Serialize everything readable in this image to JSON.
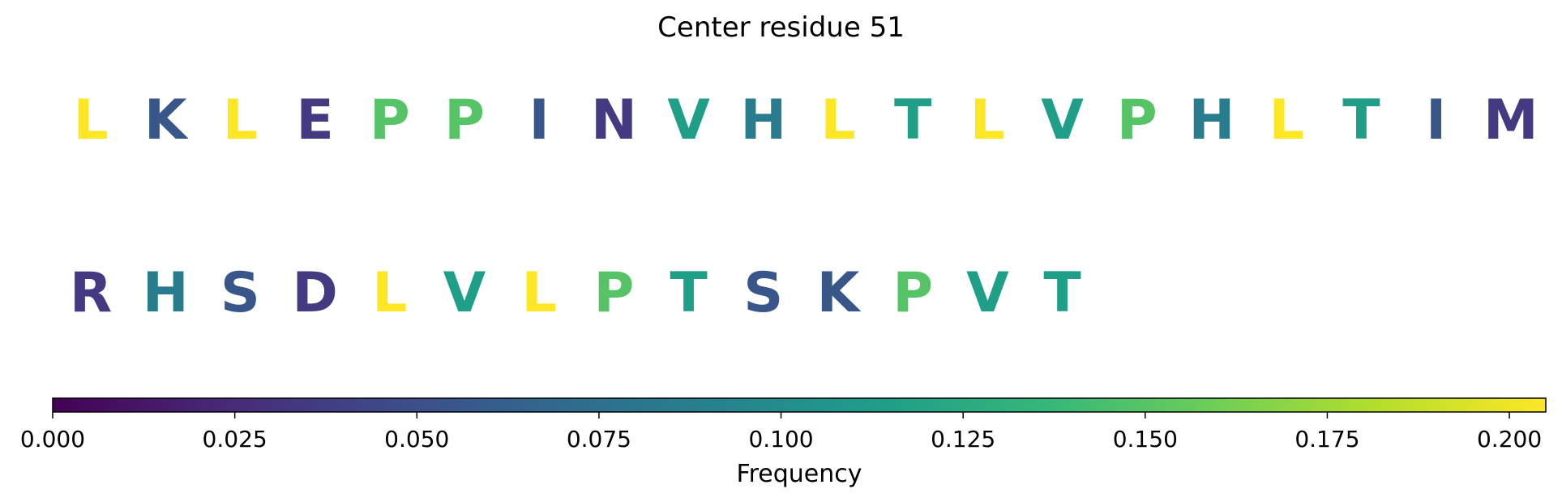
{
  "chart_data": {
    "type": "sequence-logo",
    "title": "Center residue 51",
    "rows": [
      {
        "residues": [
          "L",
          "K",
          "L",
          "E",
          "P",
          "P",
          "I",
          "N",
          "V",
          "H",
          "L",
          "T",
          "L",
          "V",
          "P",
          "H",
          "L",
          "T",
          "I",
          "M"
        ],
        "values": [
          0.205,
          0.055,
          0.205,
          0.035,
          0.15,
          0.15,
          0.055,
          0.035,
          0.115,
          0.085,
          0.205,
          0.115,
          0.205,
          0.115,
          0.15,
          0.085,
          0.205,
          0.115,
          0.055,
          0.035
        ]
      },
      {
        "residues": [
          "R",
          "H",
          "S",
          "D",
          "L",
          "V",
          "L",
          "P",
          "T",
          "S",
          "K",
          "P",
          "V",
          "T"
        ],
        "values": [
          0.035,
          0.085,
          0.055,
          0.035,
          0.205,
          0.115,
          0.205,
          0.15,
          0.115,
          0.055,
          0.055,
          0.15,
          0.115,
          0.115
        ]
      }
    ],
    "colorbar": {
      "label": "Frequency",
      "colormap": "viridis",
      "range": [
        0.0,
        0.205
      ],
      "ticks": [
        0.0,
        0.025,
        0.05,
        0.075,
        0.1,
        0.125,
        0.15,
        0.175,
        0.2
      ],
      "tick_labels": [
        "0.000",
        "0.025",
        "0.050",
        "0.075",
        "0.100",
        "0.125",
        "0.150",
        "0.175",
        "0.200"
      ]
    }
  }
}
